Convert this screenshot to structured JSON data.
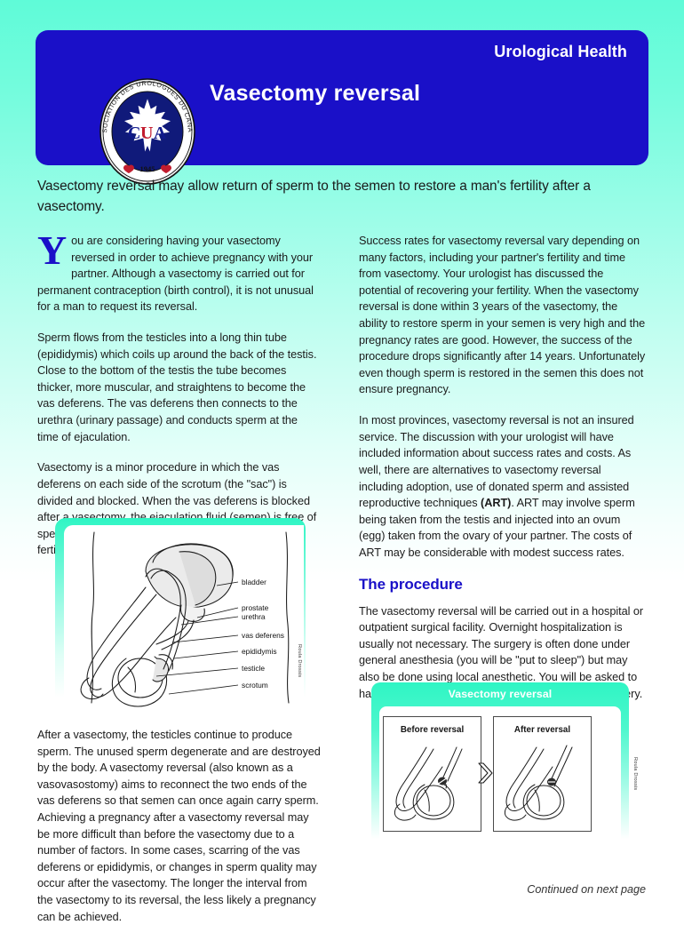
{
  "header": {
    "kicker": "Urological Health",
    "title": "Vasectomy reversal",
    "logo": {
      "arc_top": "ASSOCIATION DES UROLOGUES DU CANADA",
      "center": "CUA",
      "year": "1945"
    },
    "colors": {
      "header_blue": "#1a10c8",
      "accent_green": "#2ff5c4",
      "heading_blue": "#1a10c8"
    }
  },
  "intro": "Vasectomy reversal may allow return of sperm to the semen to restore a man's fertility after a vasectomy.",
  "left_column": {
    "dropcap": "Y",
    "p1_rest": "ou are considering having your vasectomy reversed in order to achieve pregnancy with your partner. Although a vasectomy is carried out for permanent contraception (birth control), it is not unusual for a man to request its reversal.",
    "p2": "Sperm flows from the testicles into a long thin tube (epididymis) which coils up around the back of the testis. Close to the bottom of the testis the tube becomes thicker, more muscular, and straightens to become the vas deferens. The vas deferens then connects to the urethra (urinary passage) and conducts sperm at the time of ejaculation.",
    "p3": "Vasectomy is a minor procedure in which the vas deferens on each side of the scrotum (the \"sac\") is divided and blocked. When the vas deferens is blocked after a vasectomy, the ejaculation fluid (semen) is free of sperm and the egg produced by the female cannot be fertilized to start a pregnancy."
  },
  "right_column": {
    "p1": "Success rates for vasectomy reversal vary depending on many factors, including your partner's fertility and time from vasectomy. Your urologist has discussed the potential of recovering your fertility. When the vasectomy reversal is done within 3 years of the vasectomy, the ability to restore sperm in your semen is very high and the pregnancy rates are good. However, the success of the procedure drops significantly after 14 years. Unfortunately even though sperm is restored in the semen this does not ensure pregnancy.",
    "p2_a": "In most provinces, vasectomy reversal is not an insured service. The discussion with your urologist will have included information about success rates and costs. As well, there are alternatives to vasectomy reversal including adoption, use of donated sperm and assisted reproductive techniques ",
    "p2_bold": "(ART)",
    "p2_b": ". ART may involve sperm being taken from the testis and injected into an ovum (egg) taken from the ovary of your partner. The costs of ART may be considerable with modest success rates.",
    "section_heading": "The procedure",
    "p3": "The vasectomy reversal will be carried out in a hospital or outpatient surgical facility. Overnight hospitalization is usually not necessary. The surgery is often done under general anesthesia (you will be \"put to sleep\") but may also be done using local anesthetic. You will be asked to have nothing to eat for several hours before your surgery."
  },
  "anatomy_figure": {
    "labels": [
      "bladder",
      "prostate",
      "urethra",
      "vas deferens",
      "epididymis",
      "testicle",
      "scrotum"
    ],
    "credit": "Roula Drossis"
  },
  "bottom_left_text": "After a vasectomy, the testicles continue to produce sperm. The unused sperm degenerate and are destroyed by the body. A vasectomy reversal (also known as a vasovasostomy) aims to reconnect the two ends of the vas deferens so that semen can once again carry sperm. Achieving a pregnancy after a vasectomy reversal may be more difficult than before the vasectomy due to a number of factors. In some cases, scarring of the vas deferens or epididymis, or changes in sperm quality may occur after the vasectomy. The longer the interval from the vasectomy to its reversal, the less likely a pregnancy can be achieved.",
  "reversal_figure": {
    "title": "Vasectomy reversal",
    "panel_before": "Before reversal",
    "panel_after": "After reversal",
    "credit": "Roula Drossis"
  },
  "footer": "Continued on next page"
}
